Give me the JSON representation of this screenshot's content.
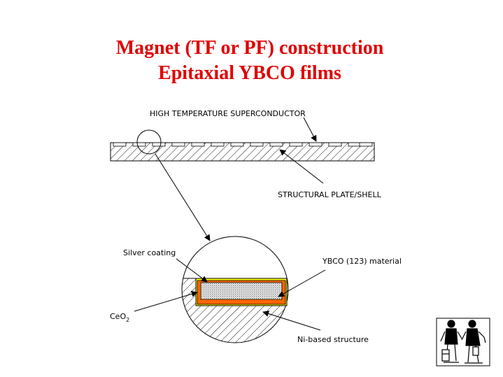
{
  "title": {
    "line1": "Magnet (TF or PF) construction",
    "line2": "Epitaxial YBCO films"
  },
  "labels": {
    "hts": "HIGH TEMPERATURE SUPERCONDUCTOR",
    "structural": "STRUCTURAL PLATE/SHELL",
    "silver": "Silver coating",
    "ybco": "YBCO (123) material",
    "ceo2_main": "CeO",
    "ceo2_sub": "2",
    "ni": "Ni-based structure"
  },
  "colors": {
    "title": "#e00000",
    "silver_coating": "#ffff00",
    "ceo2_layer": "#ff6600",
    "ybco_fill": "#c0c0c0",
    "line": "#000000"
  },
  "icons": {
    "logo": "two-workers-logo-icon"
  }
}
